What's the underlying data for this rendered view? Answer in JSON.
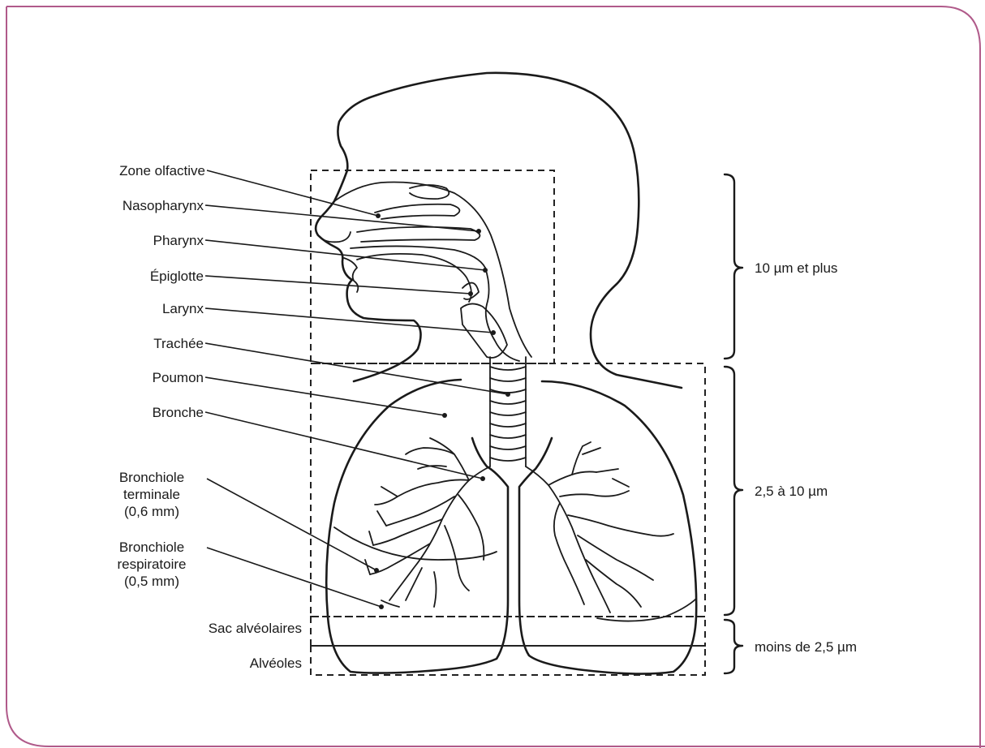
{
  "colors": {
    "frame": "#b05a8a",
    "ink": "#1a1a1a",
    "background": "#ffffff"
  },
  "labels": {
    "zone_olfactive": "Zone olfactive",
    "nasopharynx": "Nasopharynx",
    "pharynx": "Pharynx",
    "epiglotte": "Épiglotte",
    "larynx": "Larynx",
    "trachee": "Trachée",
    "poumon": "Poumon",
    "bronche": "Bronche",
    "bronchiole_terminale": [
      "Bronchiole",
      "terminale",
      "(0,6 mm)"
    ],
    "bronchiole_respiratoire": [
      "Bronchiole",
      "respiratoire",
      "(0,5 mm)"
    ],
    "sac_alveolaires": "Sac alvéolaires",
    "alveoles": "Alvéoles"
  },
  "size_ranges": {
    "upper": "10 µm et plus",
    "middle": "2,5 à 10 µm",
    "lower": "moins de 2,5 µm"
  }
}
